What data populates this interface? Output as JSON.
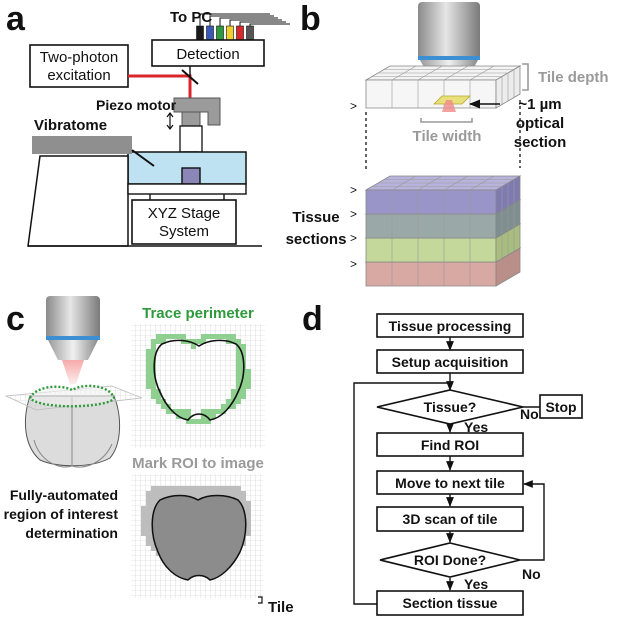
{
  "panels": {
    "a": {
      "letter": "a",
      "to_pc": "To PC",
      "excitation": [
        "Two-photon",
        "excitation"
      ],
      "detection": "Detection",
      "piezo": "Piezo motor",
      "vibratome": "Vibratome",
      "stage": [
        "XYZ Stage",
        "System"
      ],
      "laser_color": "#d9262b",
      "cable_colors": [
        "#1a1a1a",
        "#3a58b8",
        "#2e9a3e",
        "#f0d030",
        "#d9262b",
        "#555555"
      ]
    },
    "b": {
      "letter": "b",
      "tile_depth": "Tile depth",
      "tile_width": "Tile width",
      "optical_section": [
        "~1 µm",
        "optical",
        "section"
      ],
      "tissue_sections": [
        "Tissue",
        "sections"
      ],
      "section_colors": [
        "#9a95c8",
        "#9aa8a8",
        "#c3d89a",
        "#d8a8a2"
      ]
    },
    "c": {
      "letter": "c",
      "trace_perimeter": "Trace perimeter",
      "mark_roi": "Mark ROI to image",
      "caption": [
        "Fully-automated",
        "region of interest",
        "determination"
      ],
      "tile": "Tile",
      "perimeter_color": "#2f9a3c"
    },
    "d": {
      "letter": "d",
      "steps": {
        "tissue_processing": "Tissue processing",
        "setup_acquisition": "Setup acquisition",
        "tissue_q": "Tissue?",
        "stop": "Stop",
        "find_roi": "Find ROI",
        "move_next": "Move to next tile",
        "scan": "3D scan of tile",
        "roi_done": "ROI Done?",
        "section_tissue": "Section tissue"
      },
      "yes": "Yes",
      "no": "No"
    }
  }
}
